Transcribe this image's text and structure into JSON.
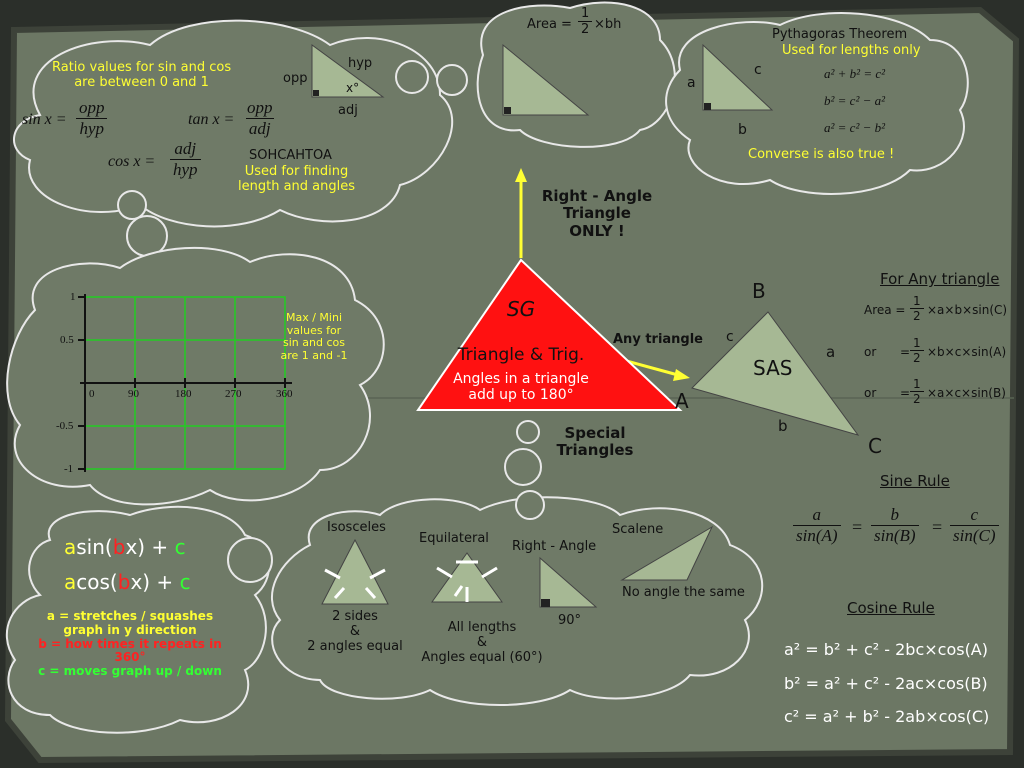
{
  "trig_ratios": {
    "note_line1": "Ratio  values for sin and cos",
    "note_line2": "are between 0 and 1",
    "sin_lhs": "sin x =",
    "tan_lhs": "tan x =",
    "cos_lhs": "cos x =",
    "opp": "opp",
    "hyp": "hyp",
    "adj": "adj",
    "triangle_hyp": "hyp",
    "triangle_opp": "opp",
    "triangle_adj": "adj",
    "triangle_angle": "x°",
    "mnemonic": "SOHCAHTOA",
    "use_line1": "Used for finding",
    "use_line2": "length and angles"
  },
  "area_bubble": {
    "label": "Area =",
    "frac_num": "1",
    "frac_den": "2",
    "rest": "×bh"
  },
  "pythagoras": {
    "title": "Pythagoras Theorem",
    "subtitle": "Used for lengths only",
    "side_a": "a",
    "side_b": "b",
    "side_c": "c",
    "eq1": "a² + b² = c²",
    "eq2": "b² = c² − a²",
    "eq3": "a² = c² − b²",
    "converse": "Converse is also true !"
  },
  "right_angle_label": {
    "line1": "Right - Angle",
    "line2": "Triangle",
    "line3": "ONLY !"
  },
  "center": {
    "title": "SG",
    "subtitle": "Triangle & Trig.",
    "line1": "Angles in a triangle",
    "line2": "add up to 180°"
  },
  "any_triangle_label": "Any triangle",
  "sas": {
    "label": "SAS",
    "B": "B",
    "A": "A",
    "C": "C",
    "a": "a",
    "b": "b",
    "c": "c"
  },
  "any_triangle": {
    "heading": "For Any triangle",
    "area1_lhs": "Area =",
    "area1_rhs": "×a×b×sin(C)",
    "or": "or",
    "area2_rhs": "×b×c×sin(A)",
    "area3_rhs": "×a×c×sin(B)",
    "half_num": "1",
    "half_den": "2",
    "eq": "="
  },
  "sine_rule": {
    "heading": "Sine Rule",
    "n1": "a",
    "d1": "sin(A)",
    "n2": "b",
    "d2": "sin(B)",
    "n3": "c",
    "d3": "sin(C)",
    "eq": "="
  },
  "cosine_rule": {
    "heading": "Cosine Rule",
    "eq1": "a² = b² + c² - 2bc×cos(A)",
    "eq2": "b² = a² + c² - 2ac×cos(B)",
    "eq3": "c² = a² + b² - 2ab×cos(C)"
  },
  "graph": {
    "y_ticks": [
      "1",
      "0.5",
      "-0.5",
      "-1"
    ],
    "x_ticks": [
      "0",
      "90",
      "180",
      "270",
      "360"
    ],
    "note_line1": "Max / Mini",
    "note_line2": "values for",
    "note_line3": "sin and cos",
    "note_line4": "are 1 and -1"
  },
  "transform": {
    "f1_a": "a",
    "f1_mid": "sin(",
    "f1_b": "b",
    "f1_x": "x) + ",
    "f1_c": "c",
    "f2_a": "a",
    "f2_mid": "cos(",
    "f2_b": "b",
    "f2_x": "x) + ",
    "f2_c": "c",
    "a_line1": "a = stretches / squashes",
    "a_line2": "graph  in y direction",
    "b_line1": "b = how times it repeats in",
    "b_line2": "360°",
    "c_line": "c = moves graph up / down",
    "colors": {
      "a": "#ff2222",
      "b": "#ff2222",
      "c": "#33ff33",
      "a_text": "#ffff33"
    }
  },
  "special": {
    "label_line1": "Special",
    "label_line2": "Triangles",
    "isosceles": "Isosceles",
    "iso_desc1": "2 sides",
    "iso_desc2": "&",
    "iso_desc3": "2 angles equal",
    "equilateral": "Equilateral",
    "equi_desc1": "All lengths",
    "equi_desc2": "&",
    "equi_desc3": "Angles equal (60°)",
    "right": "Right - Angle",
    "right_desc": "90°",
    "scalene": "Scalene",
    "scalene_desc": "No angle the same"
  },
  "colors": {
    "board": "#6c7764",
    "cloud": "#6f7a67",
    "triangle_fill": "#a6b894",
    "center_red": "#ff1111",
    "yellow": "#ffff33",
    "grid_green": "#22cc22"
  }
}
